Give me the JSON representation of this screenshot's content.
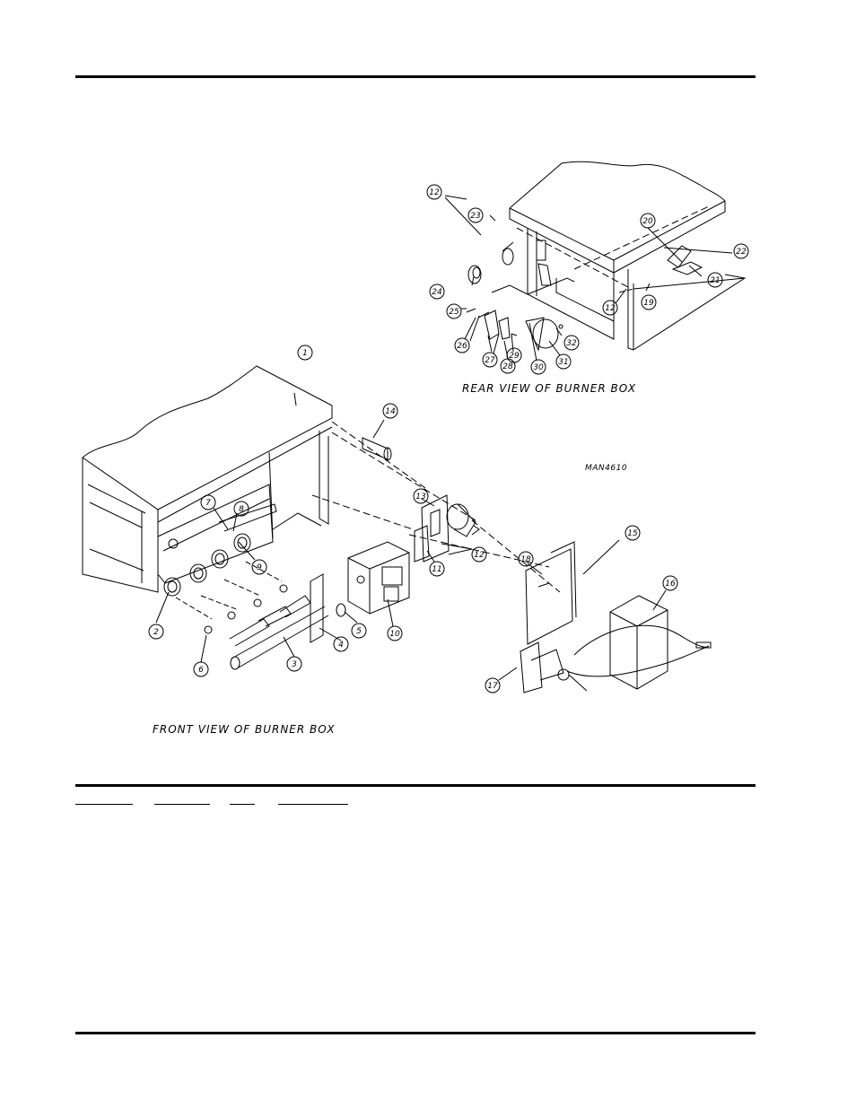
{
  "diagram": {
    "code": "MAN4610",
    "rear_caption": "REAR VIEW OF BURNER BOX",
    "front_caption": "FRONT VIEW OF BURNER BOX",
    "callouts": [
      "1",
      "2",
      "3",
      "4",
      "5",
      "6",
      "7",
      "8",
      "9",
      "10",
      "11",
      "12",
      "13",
      "14",
      "15",
      "16",
      "17",
      "18",
      "19",
      "20",
      "21",
      "22",
      "23",
      "24",
      "25",
      "26",
      "27",
      "28",
      "29",
      "30",
      "31",
      "32"
    ]
  }
}
